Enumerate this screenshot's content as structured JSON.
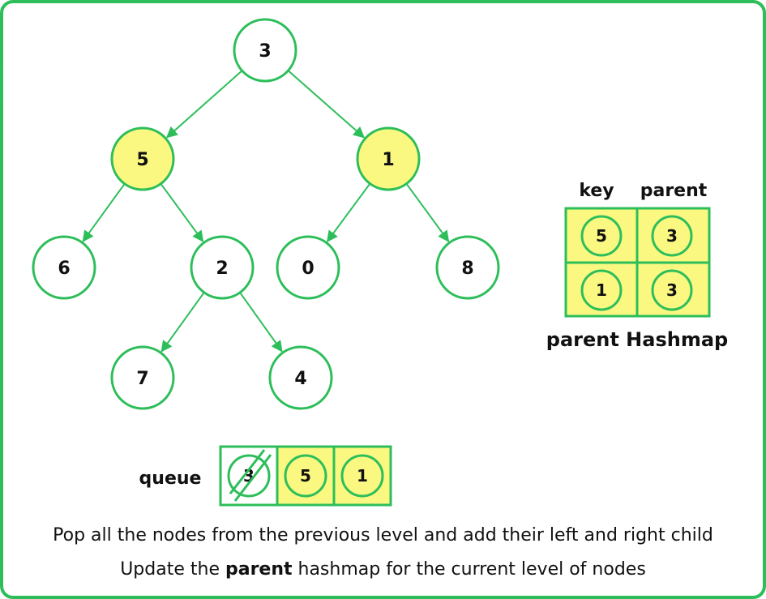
{
  "tree": {
    "nodes": [
      {
        "id": "3",
        "label": "3",
        "highlight": false
      },
      {
        "id": "5",
        "label": "5",
        "highlight": true
      },
      {
        "id": "1",
        "label": "1",
        "highlight": true
      },
      {
        "id": "6",
        "label": "6",
        "highlight": false
      },
      {
        "id": "2",
        "label": "2",
        "highlight": false
      },
      {
        "id": "0",
        "label": "0",
        "highlight": false
      },
      {
        "id": "8",
        "label": "8",
        "highlight": false
      },
      {
        "id": "7",
        "label": "7",
        "highlight": false
      },
      {
        "id": "4",
        "label": "4",
        "highlight": false
      }
    ],
    "edges": [
      [
        "3",
        "5"
      ],
      [
        "3",
        "1"
      ],
      [
        "5",
        "6"
      ],
      [
        "5",
        "2"
      ],
      [
        "1",
        "0"
      ],
      [
        "1",
        "8"
      ],
      [
        "2",
        "7"
      ],
      [
        "2",
        "4"
      ]
    ]
  },
  "hashmap": {
    "key_header": "key",
    "parent_header": "parent",
    "rows": [
      {
        "key": "5",
        "parent": "3"
      },
      {
        "key": "1",
        "parent": "3"
      }
    ],
    "title": "parent Hashmap"
  },
  "queue": {
    "label": "queue",
    "items": [
      {
        "value": "3",
        "removed": true
      },
      {
        "value": "5",
        "removed": false
      },
      {
        "value": "1",
        "removed": false
      }
    ]
  },
  "captions": {
    "line1": "Pop all the nodes from the previous level and add their left and right child",
    "line2_before": "Update the ",
    "line2_bold": "parent",
    "line2_after": " hashmap for the current level of nodes"
  },
  "colors": {
    "green": "#2dbe5a",
    "highlight": "#fbf882",
    "stroke": "#22b14c",
    "text": "#111111"
  }
}
